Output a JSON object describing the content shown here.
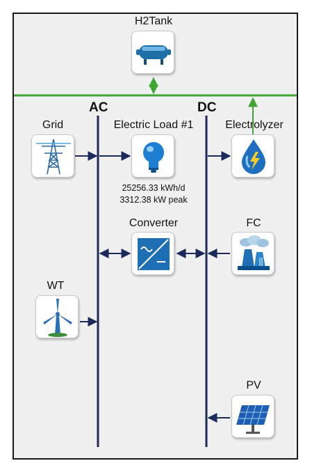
{
  "buses": {
    "ac_label": "AC",
    "dc_label": "DC"
  },
  "components": {
    "h2tank": {
      "label": "H2Tank",
      "icon": "h2-tank-icon"
    },
    "grid": {
      "label": "Grid",
      "icon": "transmission-tower-icon"
    },
    "electric_load": {
      "label": "Electric Load #1",
      "icon": "lightbulb-icon",
      "daily_energy": "25256.33 kWh/d",
      "peak_power": "3312.38 kW peak"
    },
    "electrolyzer": {
      "label": "Electrolyzer",
      "icon": "electrolyzer-drop-icon"
    },
    "converter": {
      "label": "Converter",
      "icon": "converter-icon"
    },
    "fc": {
      "label": "FC",
      "icon": "fuel-cell-plant-icon"
    },
    "wt": {
      "label": "WT",
      "icon": "wind-turbine-icon"
    },
    "pv": {
      "label": "PV",
      "icon": "solar-panel-icon"
    }
  },
  "colors": {
    "bus_line": "#1c2a5a",
    "hydrogen_line": "#3fa535",
    "background": "#f0f0f0"
  }
}
